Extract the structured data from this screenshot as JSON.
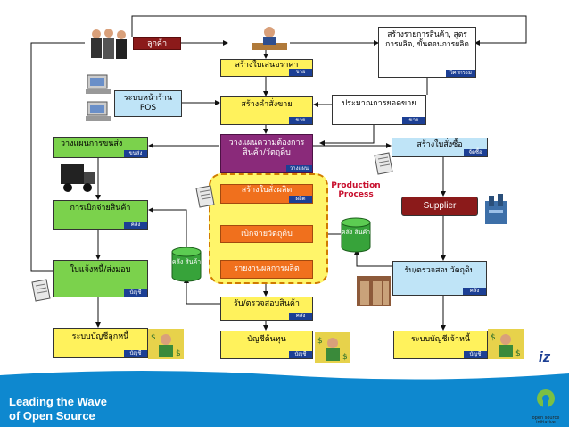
{
  "nodes": {
    "customer": {
      "label": "ลูกค้า"
    },
    "pos": {
      "label": "ระบบหน้าร้าน POS"
    },
    "quotation": {
      "label": "สร้างใบเสนอราคา",
      "dept": "ขาย"
    },
    "create_product_list": {
      "label": "สร้างรายการสินค้า, สูตรการผลิต, ขั้นตอนการผลิต",
      "dept": "วิศวกรรม"
    },
    "sales_order": {
      "label": "สร้างคำสั่งขาย",
      "dept": "ขาย"
    },
    "sales_forecast": {
      "label": "ประมาณการยอดขาย",
      "dept": "ขาย"
    },
    "delivery_plan": {
      "label": "วางแผนการขนส่ง",
      "dept": "ขนส่ง"
    },
    "mrp": {
      "label": "วางแผนความต้องการสินค้า/วัตถุดิบ",
      "dept": "วางแผน"
    },
    "purchase_order": {
      "label": "สร้างใบสั่งซื้อ",
      "dept": "จัดซื้อ"
    },
    "production_order": {
      "label": "สร้างใบสั่งผลิต",
      "dept": "ผลิต"
    },
    "goods_issue": {
      "label": "การเบิกจ่ายสินค้า",
      "dept": "คลัง"
    },
    "material_issue": {
      "label": "เบิกจ่ายวัตถุดิบ"
    },
    "supplier": {
      "label": "Supplier"
    },
    "production_report": {
      "label": "รายงานผลการผลิต"
    },
    "invoice": {
      "label": "ใบแจ้งหนี้/ส่งมอบ",
      "dept": "บัญชี"
    },
    "receive_goods": {
      "label": "รับ/ตรวจสอบสินค้า",
      "dept": "คลัง"
    },
    "receive_materials": {
      "label": "รับ/ตรวจสอบวัตถุดิบ",
      "dept": "คลัง"
    },
    "ar": {
      "label": "ระบบบัญชีลูกหนี้",
      "dept": "บัญชี"
    },
    "costing": {
      "label": "บัญชีต้นทุน",
      "dept": "บัญชี"
    },
    "ap": {
      "label": "ระบบบัญชีเจ้าหนี้",
      "dept": "บัญชี"
    }
  },
  "warehouses": {
    "left": "คลัง สินค้า",
    "right": "คลัง สินค้า"
  },
  "production_label": "Production Process",
  "footer": {
    "slogan_line1": "Leading the Wave",
    "slogan_line2": "of Open Source",
    "osi_line1": "open source",
    "osi_line2": "initiative"
  },
  "brand_mark": "iz",
  "colors": {
    "green": "#7bd24c",
    "yellow": "#fff25c",
    "dark_red": "#8b1a1a",
    "purple": "#8a2a7a",
    "orange": "#f0701d",
    "light_blue": "#bfe4f7",
    "dept_tag": "#1c3f94",
    "footer_blue": "#0e88cf"
  }
}
